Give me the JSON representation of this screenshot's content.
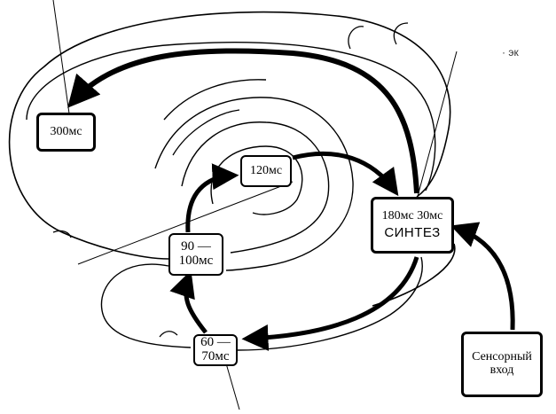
{
  "diagram": {
    "nodes": {
      "t300": {
        "label": "300мс"
      },
      "t120": {
        "label": "120мс"
      },
      "synthesis": {
        "line1": "180мс  30мс",
        "line2": "СИНТЕЗ"
      },
      "t90": {
        "line1": "90 —",
        "line2": "100мс"
      },
      "t60": {
        "line1": "60 —",
        "line2": "70мс"
      },
      "sensory": {
        "line1": "Сенсорный",
        "line2": "вход"
      }
    },
    "stray_mark": "· эк",
    "colors": {
      "ink": "#000000",
      "background": "#ffffff"
    }
  }
}
